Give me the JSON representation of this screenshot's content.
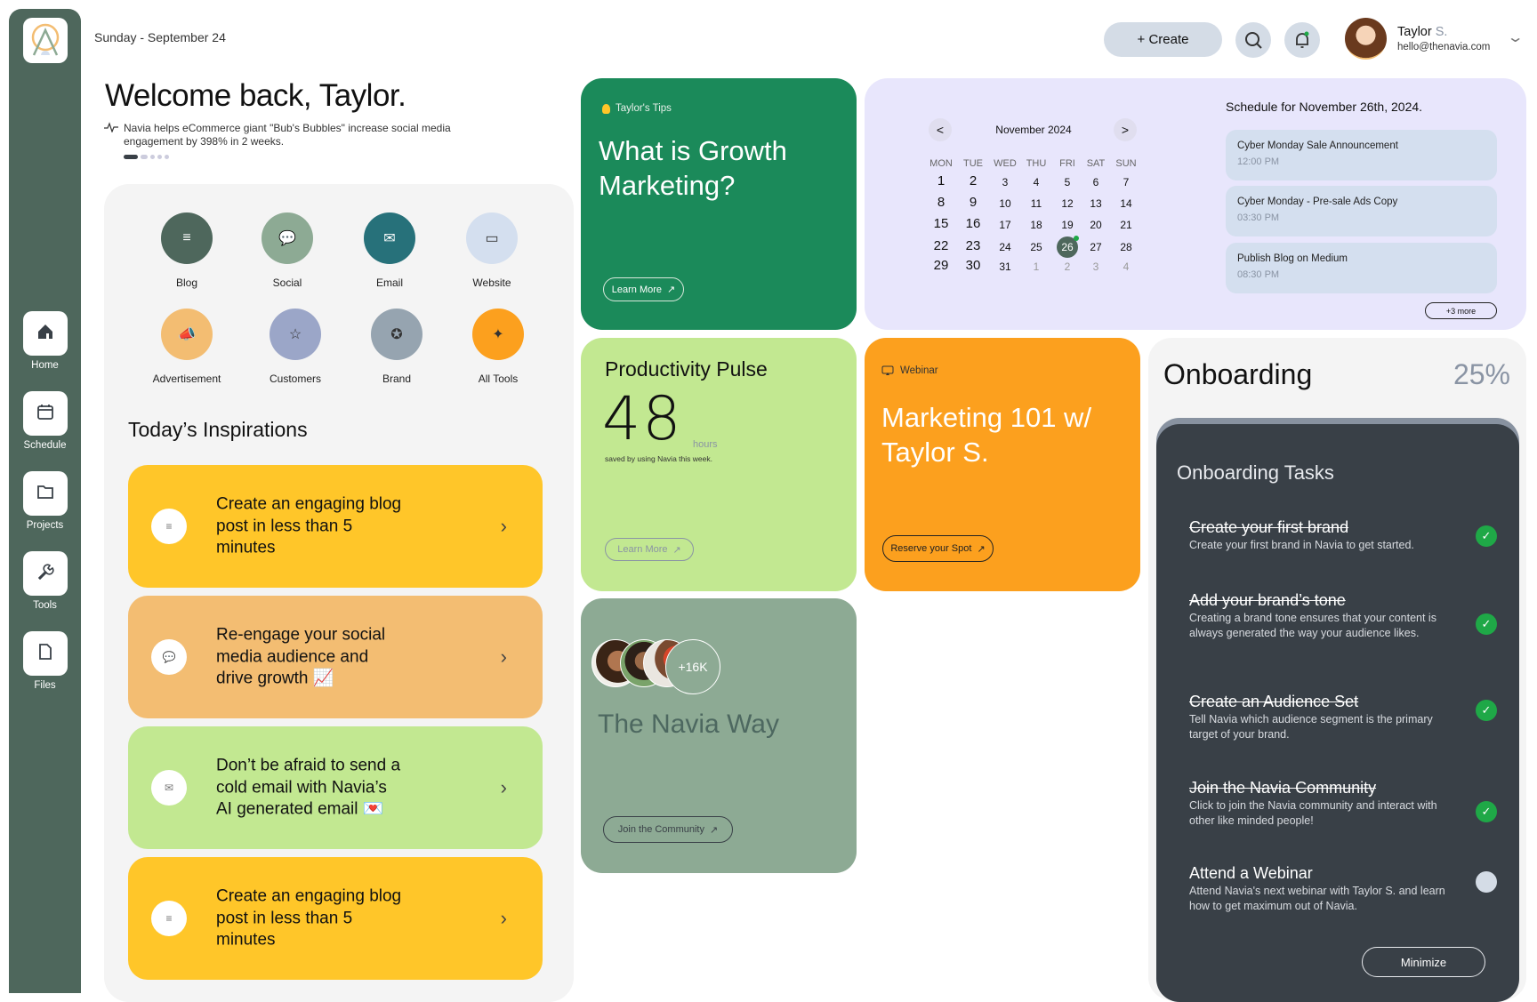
{
  "header": {
    "date": "Sunday - September 24",
    "create_label": "+ Create",
    "user_first": "Taylor",
    "user_last": "S.",
    "user_email": "hello@thenavia.com"
  },
  "sidebar": {
    "items": [
      {
        "label": "Home",
        "icon": "home-icon"
      },
      {
        "label": "Schedule",
        "icon": "calendar-icon"
      },
      {
        "label": "Projects",
        "icon": "folder-icon"
      },
      {
        "label": "Tools",
        "icon": "wrench-icon"
      },
      {
        "label": "Files",
        "icon": "file-icon"
      }
    ]
  },
  "welcome": {
    "title": "Welcome back, Taylor.",
    "news": "Navia helps eCommerce giant \"Bub's Bubbles\" increase social media engagement by 398% in 2 weeks."
  },
  "tools": [
    {
      "label": "Blog",
      "color": "#4e675c"
    },
    {
      "label": "Social",
      "color": "#8daa94"
    },
    {
      "label": "Email",
      "color": "#27717a"
    },
    {
      "label": "Website",
      "color": "#d4dfef"
    },
    {
      "label": "Advertisement",
      "color": "#f3bd72"
    },
    {
      "label": "Customers",
      "color": "#9ba6c8"
    },
    {
      "label": "Brand",
      "color": "#96a4b0"
    },
    {
      "label": "All Tools",
      "color": "#fca01e"
    }
  ],
  "inspirations": {
    "title": "Today’s Inspirations",
    "items": [
      {
        "text": "Create an engaging blog post in less than 5 minutes",
        "color": "#ffc629",
        "icon": "blog-icon"
      },
      {
        "text": "Re-engage your social media audience and drive growth 📈",
        "color": "#f3bd72",
        "icon": "social-icon"
      },
      {
        "text": "Don’t be afraid to send a cold email with Navia’s AI generated email 💌",
        "color": "#c2e891",
        "icon": "email-icon"
      },
      {
        "text": "Create an engaging blog post in less than 5 minutes",
        "color": "#ffc629",
        "icon": "blog-icon"
      }
    ]
  },
  "tips": {
    "label": "Taylor's Tips",
    "title": "What is Growth Marketing?",
    "button": "Learn More"
  },
  "calendar": {
    "month": "November 2024",
    "weekdays": [
      "MON",
      "TUE",
      "WED",
      "THU",
      "FRI",
      "SAT",
      "SUN"
    ],
    "weeks": [
      [
        "1",
        "2",
        "3",
        "4",
        "5",
        "6",
        "7"
      ],
      [
        "8",
        "9",
        "10",
        "11",
        "12",
        "13",
        "14"
      ],
      [
        "15",
        "16",
        "17",
        "18",
        "19",
        "20",
        "21"
      ],
      [
        "22",
        "23",
        "24",
        "25",
        "26",
        "27",
        "28"
      ],
      [
        "29",
        "30",
        "31",
        "1",
        "2",
        "3",
        "4"
      ]
    ],
    "selected": "26",
    "schedule_title": "Schedule for November 26th, 2024.",
    "events": [
      {
        "title": "Cyber Monday Sale Announcement",
        "time": "12:00 PM"
      },
      {
        "title": "Cyber Monday - Pre-sale Ads Copy",
        "time": "03:30 PM"
      },
      {
        "title": "Publish Blog on Medium",
        "time": "08:30 PM"
      }
    ],
    "more": "+3 more"
  },
  "productivity": {
    "title": "Productivity Pulse",
    "value": "48",
    "unit": "hours",
    "caption": "saved by using Navia this week.",
    "button": "Learn More"
  },
  "webinar": {
    "label": "Webinar",
    "title": "Marketing 101 w/ Taylor S.",
    "button": "Reserve your Spot"
  },
  "community": {
    "count": "+16K",
    "title": "The Navia Way",
    "button": "Join the Community"
  },
  "onboarding": {
    "title": "Onboarding",
    "progress": "25%",
    "tasks_title": "Onboarding Tasks",
    "tasks": [
      {
        "title": "Create your first brand",
        "desc": "Create your first brand in Navia to get started.",
        "done": true
      },
      {
        "title": "Add your brand’s tone",
        "desc": "Creating a brand tone ensures that your content is always generated the way your audience likes.",
        "done": true
      },
      {
        "title": "Create an Audience Set",
        "desc": "Tell Navia which audience segment is the primary target of your brand.",
        "done": true
      },
      {
        "title": "Join the Navia Community",
        "desc": "Click to join the Navia community and interact with other like minded people!",
        "done": true
      },
      {
        "title": "Attend a Webinar",
        "desc": "Attend Navia's next webinar with Taylor S. and learn how to get maximum out of Navia.",
        "done": false
      }
    ],
    "minimize": "Minimize"
  }
}
